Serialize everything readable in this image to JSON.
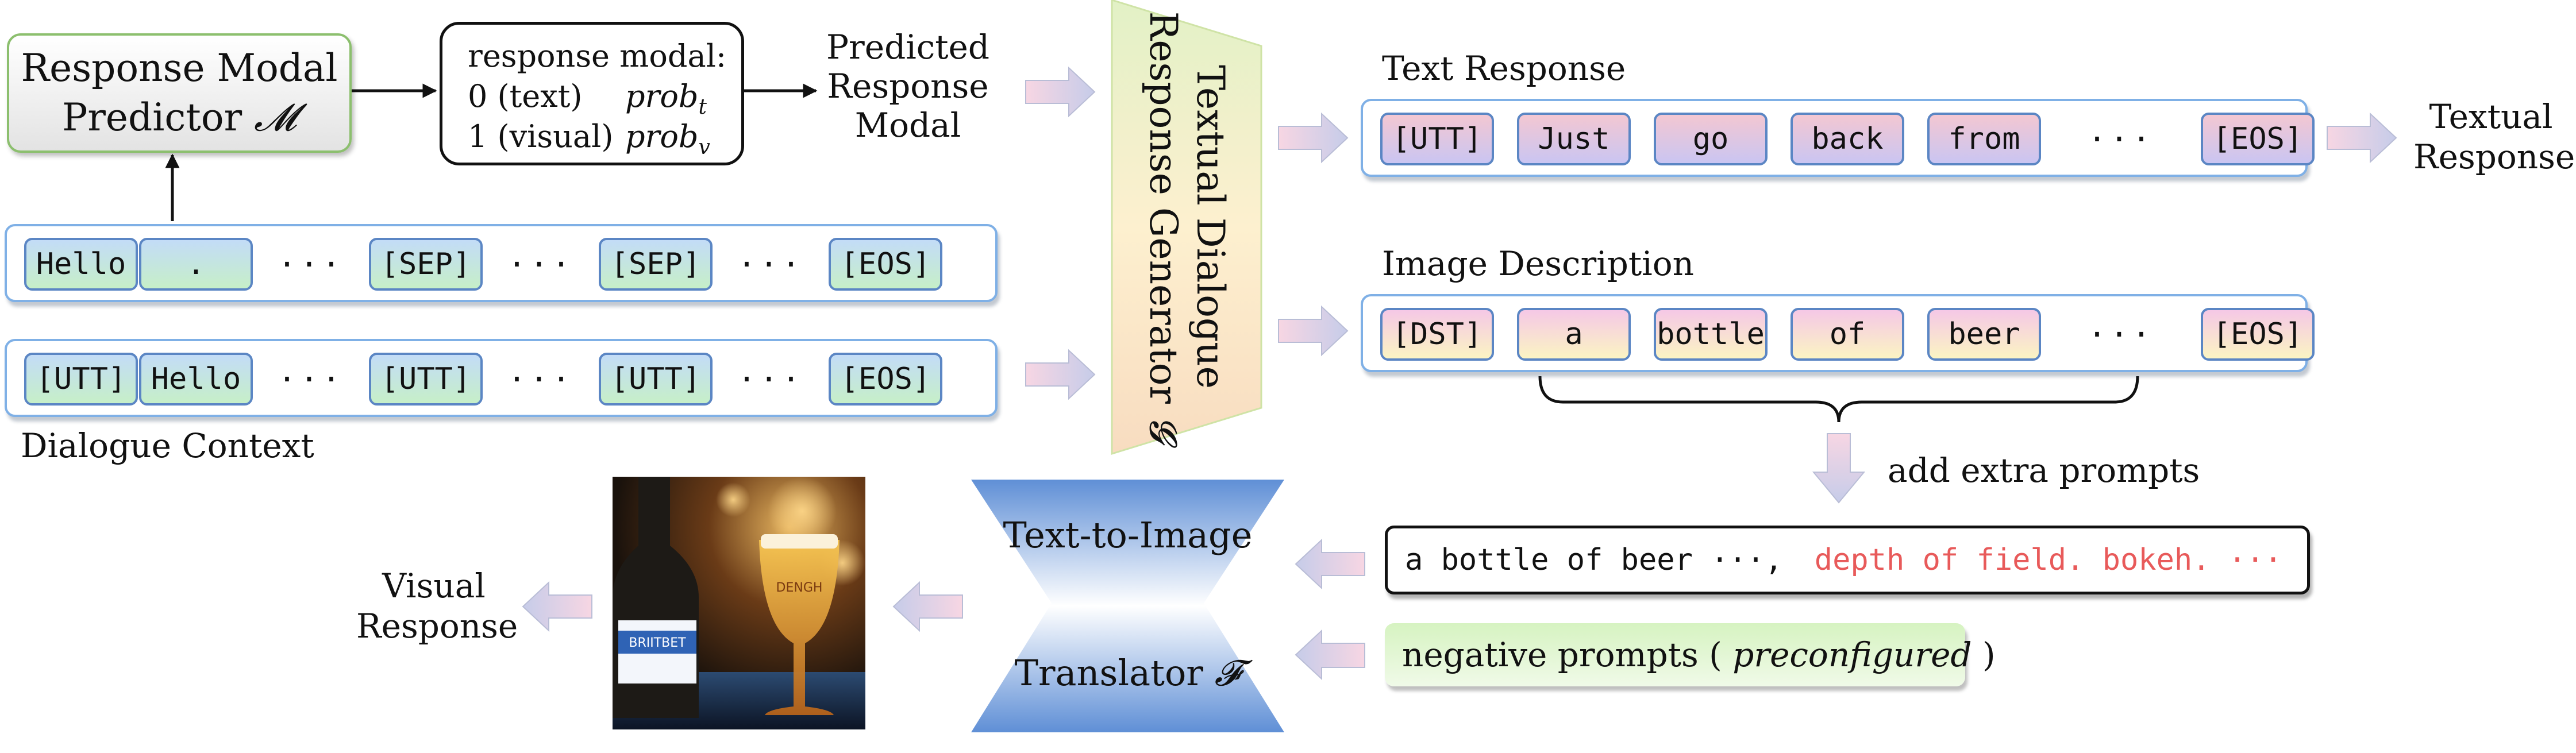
{
  "predictor": {
    "title_line1": "Response Modal",
    "title_line2": "Predictor",
    "symbol": "𝓜"
  },
  "modal_box": {
    "header": "response modal:",
    "row1_label": "0 (text)",
    "row1_prob": "prob",
    "row1_sub": "t",
    "row2_label": "1 (visual)",
    "row2_prob": "prob",
    "row2_sub": "v"
  },
  "predicted_modal": {
    "line1": "Predicted",
    "line2": "Response",
    "line3": "Modal"
  },
  "context_seq_1": [
    "Hello",
    ".",
    "···",
    "[SEP]",
    "···",
    "[SEP]",
    "···",
    "[EOS]"
  ],
  "context_seq_2": [
    "[UTT]",
    "Hello",
    "···",
    "[UTT]",
    "···",
    "[UTT]",
    "···",
    "[EOS]"
  ],
  "dialogue_context_label": "Dialogue Context",
  "generator": {
    "line1": "Textual Dialogue",
    "line2": "Response Generator",
    "symbol": "𝓖"
  },
  "text_response": {
    "title": "Text Response",
    "tokens": [
      "[UTT]",
      "Just",
      "go",
      "back",
      "from",
      "···",
      "[EOS]"
    ],
    "output_line1": "Textual",
    "output_line2": "Response"
  },
  "image_description": {
    "title": "Image Description",
    "tokens": [
      "[DST]",
      "a",
      "bottle",
      "of",
      "beer",
      "···",
      "[EOS]"
    ],
    "extra_prompts_label": "add extra prompts"
  },
  "prompt": {
    "main": "a bottle of beer ···,",
    "extra": "depth of field. bokeh. ···"
  },
  "negative_prompt": {
    "prefix": "negative prompts (",
    "emph": "preconfigured",
    "suffix": ")"
  },
  "translator": {
    "line1": "Text-to-Image",
    "line2": "Translator",
    "symbol": "𝓕"
  },
  "visual_response": {
    "line1": "Visual",
    "line2": "Response"
  },
  "photo_label": {
    "bottle_text": "BRIITBET",
    "glass_text": "DENGH"
  },
  "colors": {
    "seq_border": "#7fb0e6",
    "token_border": "#5b86c4",
    "prompt_extra": "#e85a5a",
    "predictor_border": "#8cbf6e",
    "generator_fill": "#f8e5b8",
    "translator_fill": "#7fa6dc"
  }
}
